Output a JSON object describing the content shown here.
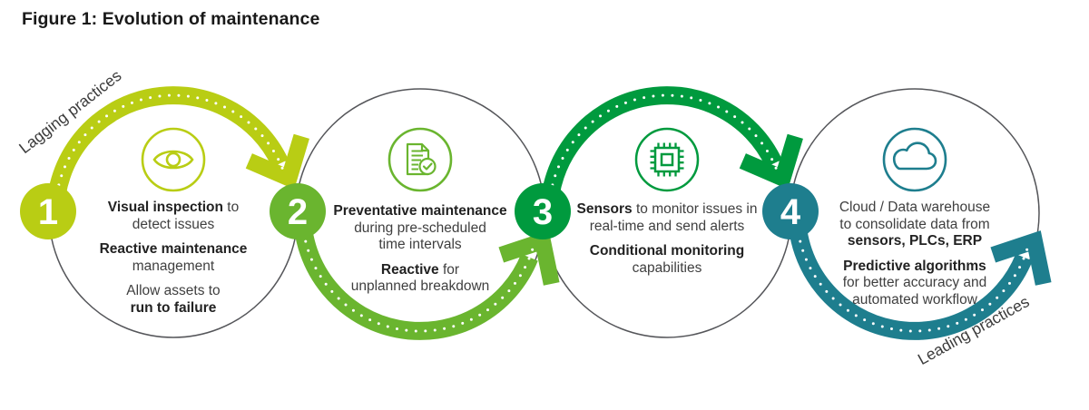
{
  "title": "Figure 1: Evolution of maintenance",
  "flow_labels": {
    "start": "Lagging practices",
    "end": "Leading practices"
  },
  "colors": {
    "stage1": "#b9cd14",
    "stage2": "#6ab52f",
    "stage3": "#009a3e",
    "stage4": "#1e7e8e",
    "ring_gray": "#55565a",
    "number_text": "#ffffff",
    "body_text": "#3f3f3f",
    "body_text_bold": "#222222",
    "background": "#ffffff"
  },
  "stages": [
    {
      "number": "1",
      "icon": "eye-icon",
      "paragraphs": [
        {
          "lines": [
            [
              {
                "t": "Visual inspection",
                "b": true
              },
              {
                "t": " to",
                "b": false
              }
            ],
            [
              {
                "t": "detect issues",
                "b": false
              }
            ]
          ]
        },
        {
          "lines": [
            [
              {
                "t": "Reactive maintenance",
                "b": true
              }
            ],
            [
              {
                "t": "management",
                "b": false
              }
            ]
          ]
        },
        {
          "lines": [
            [
              {
                "t": "Allow assets to",
                "b": false
              }
            ],
            [
              {
                "t": "run to failure",
                "b": true
              }
            ]
          ]
        }
      ]
    },
    {
      "number": "2",
      "icon": "document-check-icon",
      "paragraphs": [
        {
          "lines": [
            [
              {
                "t": "Preventative maintenance",
                "b": true
              }
            ],
            [
              {
                "t": "during pre-scheduled",
                "b": false
              }
            ],
            [
              {
                "t": "time intervals",
                "b": false
              }
            ]
          ]
        },
        {
          "lines": [
            [
              {
                "t": "Reactive",
                "b": true
              },
              {
                "t": " for",
                "b": false
              }
            ],
            [
              {
                "t": "unplanned breakdown",
                "b": false
              }
            ]
          ]
        }
      ]
    },
    {
      "number": "3",
      "icon": "microchip-icon",
      "paragraphs": [
        {
          "lines": [
            [
              {
                "t": "Sensors",
                "b": true
              },
              {
                "t": " to monitor issues in",
                "b": false
              }
            ],
            [
              {
                "t": "real-time and send alerts",
                "b": false
              }
            ]
          ]
        },
        {
          "lines": [
            [
              {
                "t": "Conditional monitoring",
                "b": true
              }
            ],
            [
              {
                "t": "capabilities",
                "b": false
              }
            ]
          ]
        }
      ]
    },
    {
      "number": "4",
      "icon": "cloud-icon",
      "paragraphs": [
        {
          "lines": [
            [
              {
                "t": "Cloud / Data warehouse",
                "b": false
              }
            ],
            [
              {
                "t": "to consolidate data from",
                "b": false
              }
            ],
            [
              {
                "t": "sensors, PLCs, ERP",
                "b": true
              }
            ]
          ]
        },
        {
          "lines": [
            [
              {
                "t": "Predictive algorithms",
                "b": true
              }
            ],
            [
              {
                "t": "for better accuracy and",
                "b": false
              }
            ],
            [
              {
                "t": "automated workflow",
                "b": false
              }
            ]
          ]
        }
      ]
    }
  ]
}
